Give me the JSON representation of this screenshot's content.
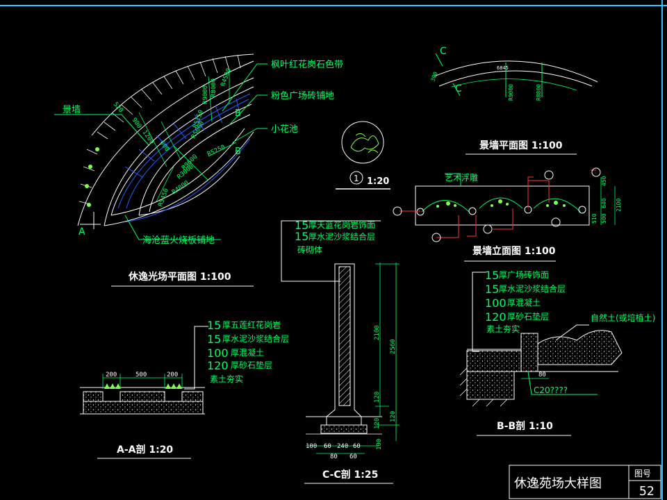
{
  "colors": {
    "background": "#000000",
    "frame": "#29c6ff",
    "line": "#ffffff",
    "dim": "#00ff66",
    "accent": "#ff3333",
    "plant": "#7cff4f"
  },
  "plan": {
    "labels": {
      "jingqiang": "景墙",
      "A": "A",
      "B1": "B",
      "B2": "B"
    },
    "callouts": [
      "枫叶红花岗石色带",
      "粉色广场砖铺地",
      "小花池",
      "海沧蓝火烧板铺地"
    ],
    "dims": [
      "520",
      "900",
      "1200",
      "600",
      "R9000",
      "R8000",
      "R4500",
      "R5150",
      "R5600",
      "R5250",
      "R9600",
      "R3000",
      "R4800",
      "R5450"
    ],
    "title": "休逸光场平面图 1:100"
  },
  "detail1": {
    "number": "1",
    "scale": "1:20"
  },
  "wall_plan": {
    "labels": [
      "C",
      "C"
    ],
    "dims": [
      "300",
      "6845",
      "R9000",
      "R8800"
    ],
    "title": "景墙平面图 1:100"
  },
  "elevation": {
    "label": "艺术浮雕",
    "dims": [
      "450",
      "2100",
      "640",
      "500",
      "510"
    ],
    "title": "景墙立面图 1:100"
  },
  "section_cc": {
    "layers": [
      {
        "num": "15",
        "text": "厚天蓝花岗岩饰面"
      },
      {
        "num": "15",
        "text": "厚水泥沙浆结合层"
      },
      {
        "num": "",
        "text": "砖砌体"
      }
    ],
    "dims_v": [
      "2100",
      "2560",
      "120",
      "120",
      "120",
      "100"
    ],
    "dims_h": [
      "100",
      "60",
      "240",
      "60",
      "80",
      "60"
    ],
    "title": "C-C剖 1:25"
  },
  "section_aa": {
    "layers": [
      {
        "num": "15",
        "text": "厚五莲红花岗岩"
      },
      {
        "num": "15",
        "text": "厚水泥沙浆结合层"
      },
      {
        "num": "100",
        "text": "厚混凝土"
      },
      {
        "num": "120",
        "text": "厚砂石垫层"
      },
      {
        "num": "",
        "text": "素土夯实"
      }
    ],
    "dims": [
      "200",
      "500",
      "200"
    ],
    "title": "A-A剖 1:20"
  },
  "section_bb": {
    "layers": [
      {
        "num": "15",
        "text": "厚广场砖饰面"
      },
      {
        "num": "15",
        "text": "厚水泥沙浆结合层"
      },
      {
        "num": "100",
        "text": "厚混凝土"
      },
      {
        "num": "120",
        "text": "厚砂石垫层"
      },
      {
        "num": "",
        "text": "素土夯实"
      }
    ],
    "soil_label": "自然土(或培植土)",
    "dims": [
      "80"
    ],
    "note": "C20????",
    "title": "B-B剖 1:10"
  },
  "title_block": {
    "drawing_name": "休逸苑场大样图",
    "label": "图号",
    "number": "52"
  }
}
